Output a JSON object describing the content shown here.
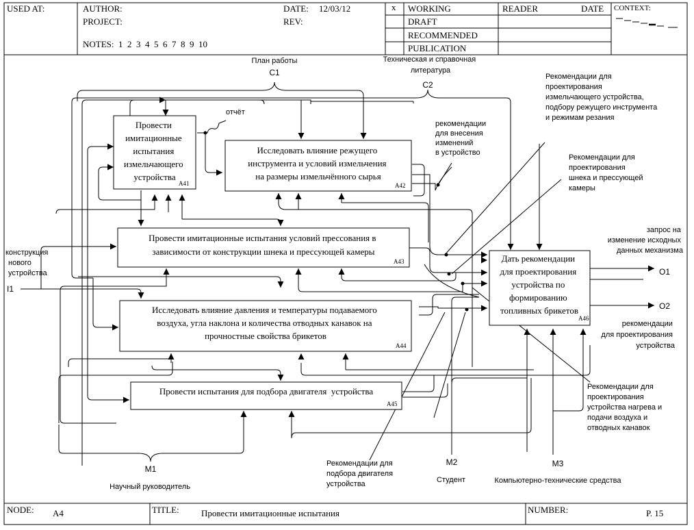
{
  "header": {
    "used_at": "USED AT:",
    "author": "AUTHOR:",
    "project": "PROJECT:",
    "notes": "NOTES:  1  2  3  4  5  6  7  8  9  10",
    "date_label": "DATE:",
    "date_value": "12/03/12",
    "rev_label": "REV:",
    "x_mark": "x",
    "status": [
      "WORKING",
      "DRAFT",
      "RECOMMENDED",
      "PUBLICATION"
    ],
    "reader": "READER",
    "reader_date": "DATE",
    "context": "CONTEXT:"
  },
  "boxes": [
    {
      "id": "A41",
      "lines": [
        "Провести",
        "имитационные",
        "испытания",
        "измельчающего",
        "устройства"
      ]
    },
    {
      "id": "A42",
      "lines": [
        "Исследовать влияние режущего",
        "инструмента и условий измельчения",
        "на размеры измельчённого сырья"
      ]
    },
    {
      "id": "A43",
      "lines": [
        "Провести имитационные испытания условий прессования в",
        "зависимости от конструкции шнека и прессующей камеры"
      ]
    },
    {
      "id": "A44",
      "lines": [
        "Исследовать влияние давления и температуры подаваемого",
        "воздуха, угла наклона и количества отводных канавок на",
        "прочностные свойства брикетов"
      ]
    },
    {
      "id": "A45",
      "lines": [
        "Провести испытания для подбора двигателя  устройства"
      ]
    },
    {
      "id": "A46",
      "lines": [
        "Дать рекомендации",
        "для проектирования",
        "устройства по",
        "формированию",
        "топливных брикетов"
      ]
    }
  ],
  "labels": {
    "c1_name": [
      "План работы"
    ],
    "c1_code": "C1",
    "c2_name": [
      "Техническая и справочная",
      "литература"
    ],
    "c2_code": "C2",
    "report": "отчёт",
    "rec_changes": [
      "рекомендации",
      "для внесения",
      "изменений",
      "в устройство"
    ],
    "rec_grinder": [
      "Рекомендации для",
      "проектирования",
      "измельчающего устройства,",
      "подбору режущего инструмента",
      "и режимам резания"
    ],
    "rec_screw": [
      "Рекомендации для",
      "проектирования",
      "шнека и прессующей",
      "камеры"
    ],
    "request": [
      "запрос на",
      "изменение исходных",
      "данных механизма"
    ],
    "o1": "O1",
    "o2": "O2",
    "rec_device": [
      "рекомендации",
      "для проектирования",
      "устройства"
    ],
    "input_name": [
      "конструкция",
      "нового",
      "устройства"
    ],
    "i1": "I1",
    "rec_heating": [
      "Рекомендации для",
      "проектирования",
      "устройства нагрева и",
      "подачи воздуха и",
      "отводных канавок"
    ],
    "rec_motor": [
      "Рекомендации для",
      "подбора двигателя",
      "устройства"
    ],
    "m1": "M1",
    "m1_name": "Научный руководитель",
    "m2": "M2",
    "m2_name": "Студент",
    "m3": "M3",
    "m3_name": "Компьютерно-технические средства"
  },
  "footer": {
    "node_label": "NODE:",
    "node_value": "A4",
    "title_label": "TITLE:",
    "title_value": "Провести имитационные испытания",
    "number_label": "NUMBER:",
    "page": "P. 15"
  }
}
